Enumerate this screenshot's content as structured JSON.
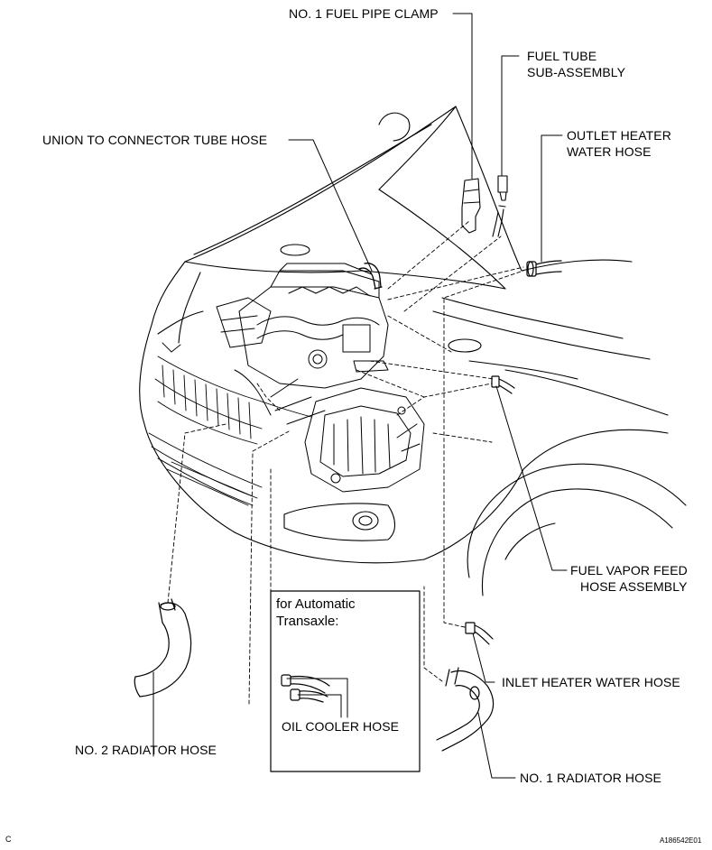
{
  "labels": {
    "fuel_pipe_clamp": "NO. 1 FUEL PIPE CLAMP",
    "fuel_tube_1": "FUEL TUBE",
    "fuel_tube_2": "SUB-ASSEMBLY",
    "union_hose": "UNION TO CONNECTOR TUBE HOSE",
    "outlet_heater_1": "OUTLET HEATER",
    "outlet_heater_2": "WATER HOSE",
    "fuel_vapor_1": "FUEL VAPOR FEED",
    "fuel_vapor_2": "HOSE ASSEMBLY",
    "inlet_heater": "INLET HEATER WATER HOSE",
    "radiator_no2": "NO. 2 RADIATOR HOSE",
    "radiator_no1": "NO. 1 RADIATOR HOSE",
    "oil_cooler": "OIL COOLER HOSE"
  },
  "inset": {
    "title_line1": "for Automatic",
    "title_line2": "Transaxle:"
  },
  "footer": {
    "left_code": "C",
    "figure_id": "A186542E01"
  }
}
